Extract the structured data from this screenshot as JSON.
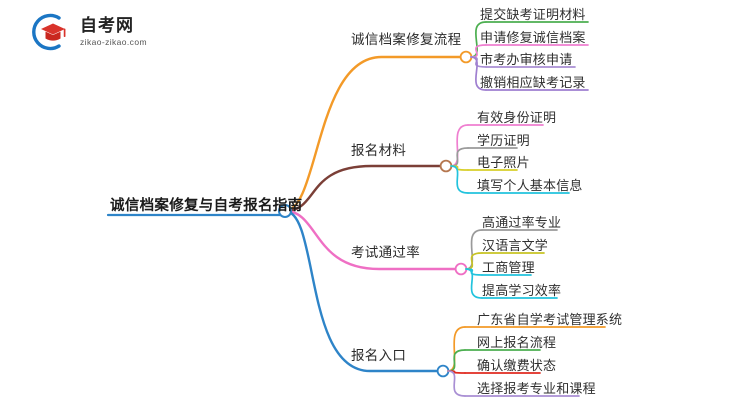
{
  "logo": {
    "name": "zikao-logo",
    "title": "自考网",
    "subtitle": "zikao-zikao.com",
    "arc_color": "#1b76c4",
    "cap_color": "#d9332b"
  },
  "mindmap": {
    "root": {
      "label": "诚信档案修复与自考报名指南",
      "underline_color": "#2e84c8",
      "node_color": "#2e84c8"
    },
    "branches": [
      {
        "label": "诚信档案修复流程",
        "color": "#f39a28",
        "node_color": "#f39a28",
        "leaves": [
          {
            "label": "提交缺考证明材料",
            "color": "#4caf50"
          },
          {
            "label": "申请修复诚信档案",
            "color": "#ef7fd0"
          },
          {
            "label": "市考办审核申请",
            "color": "#a98fd4"
          },
          {
            "label": "撤销相应缺考记录",
            "color": "#9f7fd0"
          }
        ]
      },
      {
        "label": "报名材料",
        "color": "#7b3f37",
        "node_color": "#b5774f",
        "leaves": [
          {
            "label": "有效身份证明",
            "color": "#ef7fd0"
          },
          {
            "label": "学历证明",
            "color": "#9a9a9a"
          },
          {
            "label": "电子照片",
            "color": "#d8cf2a"
          },
          {
            "label": "填写个人基本信息",
            "color": "#22c3dd"
          }
        ]
      },
      {
        "label": "考试通过率",
        "color": "#ef6fc4",
        "node_color": "#ef6fc4",
        "leaves": [
          {
            "label": "高通过率专业",
            "color": "#9a9a9a"
          },
          {
            "label": "汉语言文学",
            "color": "#c8c424"
          },
          {
            "label": "工商管理",
            "color": "#22c3dd"
          },
          {
            "label": "提高学习效率",
            "color": "#22c3dd"
          }
        ]
      },
      {
        "label": "报名入口",
        "color": "#2e84c8",
        "node_color": "#2e84c8",
        "leaves": [
          {
            "label": "广东省自学考试管理系统",
            "color": "#f39a28"
          },
          {
            "label": "网上报名流程",
            "color": "#4caf50"
          },
          {
            "label": "确认缴费状态",
            "color": "#e02b20"
          },
          {
            "label": "选择报考专业和课程",
            "color": "#a98fd4"
          }
        ]
      }
    ]
  }
}
